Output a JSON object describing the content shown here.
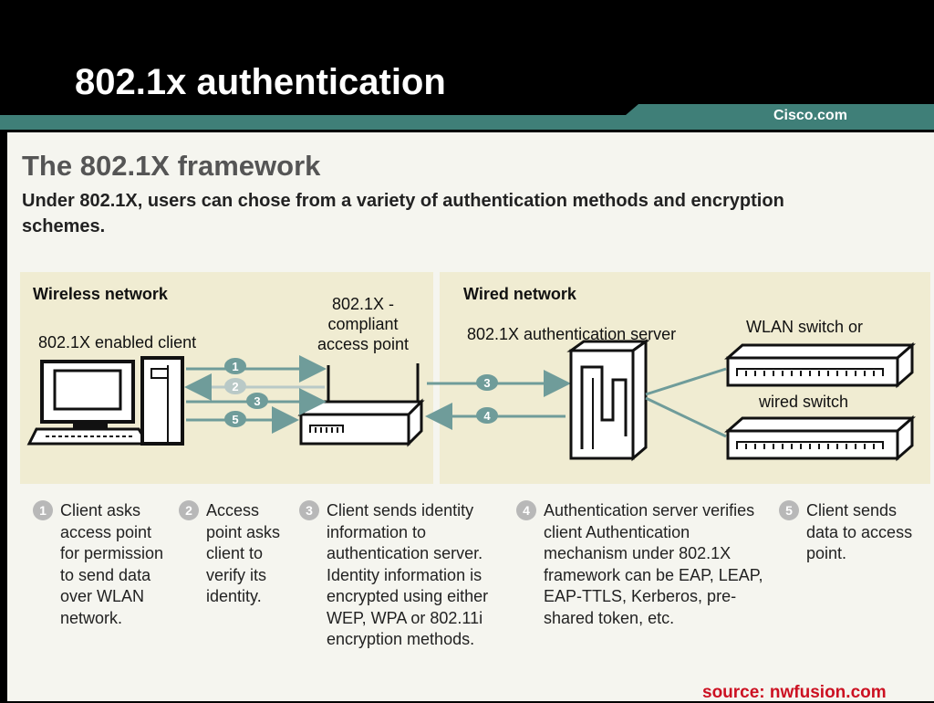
{
  "slide": {
    "title": "802.1x authentication",
    "brand": "Cisco.com",
    "source": "source: nwfusion.com"
  },
  "framework": {
    "title": "The 802.1X framework",
    "subtitle": "Under 802.1X, users can chose from a variety of authentication methods and encryption schemes."
  },
  "diagram": {
    "wireless_label": "Wireless network",
    "wired_label": "Wired network",
    "client_label": "802.1X enabled client",
    "ap_label": [
      "802.1X -",
      "compliant",
      "access point"
    ],
    "server_label": "802.1X authentication server",
    "switch_label_1": "WLAN switch or",
    "switch_label_2": "wired switch",
    "arrow_numbers": [
      "1",
      "2",
      "3",
      "4",
      "5"
    ]
  },
  "steps": [
    {
      "number": "1",
      "text": "Client asks access point for permission to send data over WLAN network."
    },
    {
      "number": "2",
      "text": "Access point asks client to verify its identity."
    },
    {
      "number": "3",
      "text": "Client sends identity information to authentication server. Identity information is encrypted using either WEP, WPA or 802.11i encryption methods."
    },
    {
      "number": "4",
      "text": "Authentication server verifies client Authentication mechanism under 802.1X framework can be EAP, LEAP, EAP-TTLS, Kerberos, pre-shared token, etc."
    },
    {
      "number": "5",
      "text": "Client sends data to access point."
    }
  ],
  "colors": {
    "background": "#000000",
    "teal": "#3f7f78",
    "panel": "#f5f5ef",
    "box": "#f0ecd2",
    "arrow": "#6f9c9a",
    "source": "#cc1122"
  }
}
